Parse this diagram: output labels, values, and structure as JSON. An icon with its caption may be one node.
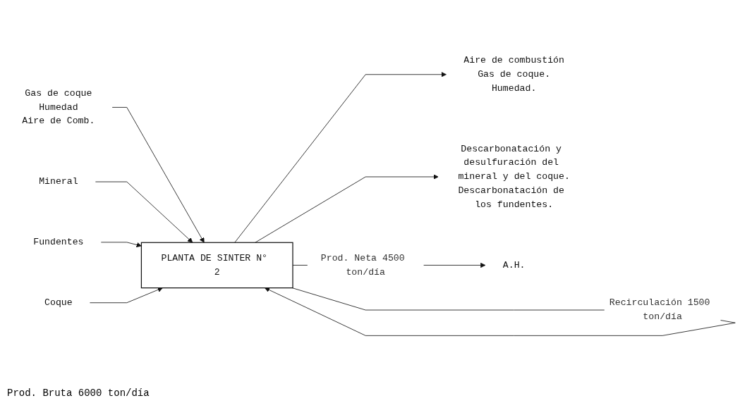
{
  "diagram": {
    "nodes": [
      {
        "text": [
          "Gas de coque",
          "Humedad",
          "Aire de Comb."
        ]
      },
      {
        "text": [
          "PLANTA DE SINTER N° 2"
        ]
      },
      {
        "text": [
          "Aire de combustión",
          "Gas de coque.",
          "Humedad."
        ]
      },
      {
        "text": [
          "Descarbonatación y desulfuración del mineral y del coque.",
          "Descarbonatación de los fundentes."
        ]
      },
      {
        "text": [
          "Mineral"
        ]
      },
      {
        "text": [
          "Fundentes"
        ]
      },
      {
        "text": [
          "Coque"
        ]
      },
      {
        "text": [
          "A.H."
        ]
      }
    ],
    "edges": [
      {
        "from": 0,
        "to": 1,
        "arrow": "to"
      },
      {
        "from": 1,
        "to": 2,
        "arrow": "to"
      },
      {
        "from": 1,
        "to": 3,
        "arrow": "to"
      },
      {
        "from": 4,
        "to": 1,
        "arrow": "to"
      },
      {
        "from": 5,
        "to": 1,
        "arrow": "to"
      },
      {
        "from": 6,
        "to": 1,
        "arrow": "to"
      },
      {
        "from": 1,
        "to": 7,
        "label": "Prod. Neta 4500 ton/día",
        "arrow": "to"
      },
      {
        "from": 1,
        "to": 1,
        "label": "Recirculación 1500 ton/día",
        "arrow": "to"
      }
    ],
    "labels": [
      "Prod. Bruta 6000 ton/día"
    ]
  }
}
